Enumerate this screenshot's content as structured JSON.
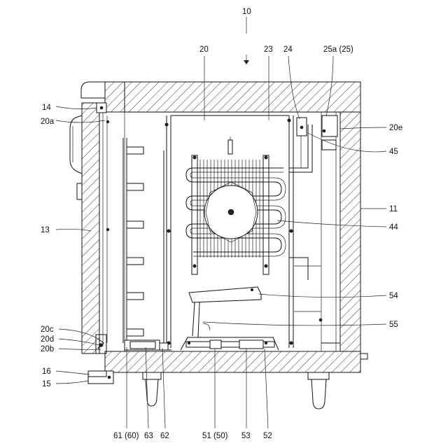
{
  "figure": {
    "labels": {
      "l10": "10",
      "l20": "20",
      "l23": "23",
      "l24": "24",
      "l25a": "25a (25)",
      "l14": "14",
      "l20a": "20a",
      "l20e": "20e",
      "l45": "45",
      "l11": "11",
      "l13": "13",
      "l44": "44",
      "l54": "54",
      "l55": "55",
      "l20c": "20c",
      "l20d": "20d",
      "l20b": "20b",
      "l16": "16",
      "l15": "15",
      "l61": "61 (60)",
      "l63": "63",
      "l62": "62",
      "l51": "51 (50)",
      "l53": "53",
      "l52": "52"
    }
  }
}
